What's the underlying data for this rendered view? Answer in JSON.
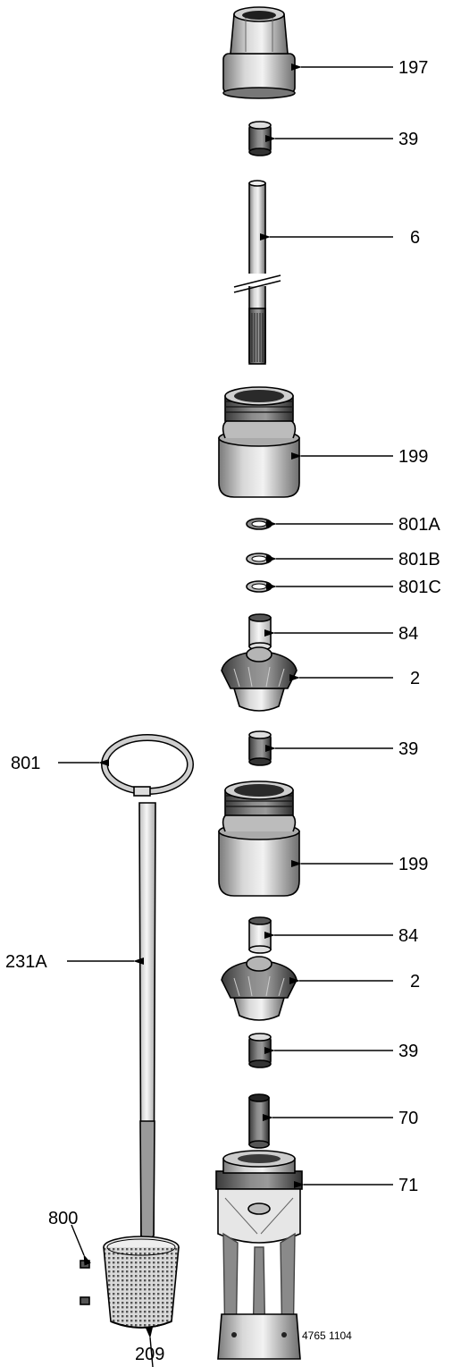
{
  "callouts": {
    "c197": "197",
    "c39a": "39",
    "c6": "6",
    "c199a": "199",
    "c801A": "801A",
    "c801B": "801B",
    "c801C": "801C",
    "c84a": "84",
    "c2a": "2",
    "c39b": "39",
    "c801": "801",
    "c199b": "199",
    "c84b": "84",
    "c2b": "2",
    "c231A": "231A",
    "c39c": "39",
    "c70": "70",
    "c800": "800",
    "c71": "71",
    "c209": "209"
  },
  "figure_id": "4765 1104"
}
